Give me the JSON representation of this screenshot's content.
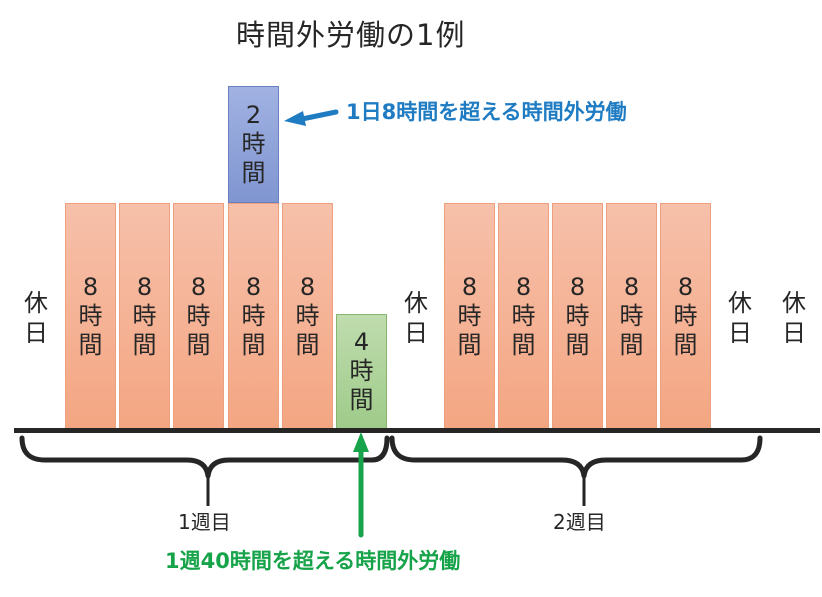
{
  "title": "時間外労働の1例",
  "colors": {
    "work_bar": "#f4a682",
    "overtime_bar": "#8096d1",
    "partial_bar": "#9fcb8a",
    "daily_annotation": "#1f7cc3",
    "weekly_annotation": "#17a34a",
    "axis": "#262626"
  },
  "rest_label": [
    "休",
    "日"
  ],
  "hour_unit": [
    "時",
    "間"
  ],
  "bars": {
    "week1": [
      {
        "hours": "8"
      },
      {
        "hours": "8"
      },
      {
        "hours": "8"
      },
      {
        "hours": "8"
      },
      {
        "hours": "8"
      }
    ],
    "overtime": {
      "hours": "2"
    },
    "partial": {
      "hours": "4"
    },
    "week2": [
      {
        "hours": "8"
      },
      {
        "hours": "8"
      },
      {
        "hours": "8"
      },
      {
        "hours": "8"
      },
      {
        "hours": "8"
      }
    ]
  },
  "weeks": {
    "week1_label": "1週目",
    "week2_label": "2週目"
  },
  "annotations": {
    "daily_over": "1日8時間を超える時間外労働",
    "weekly_over": "1週40時間を超える時間外労働"
  }
}
